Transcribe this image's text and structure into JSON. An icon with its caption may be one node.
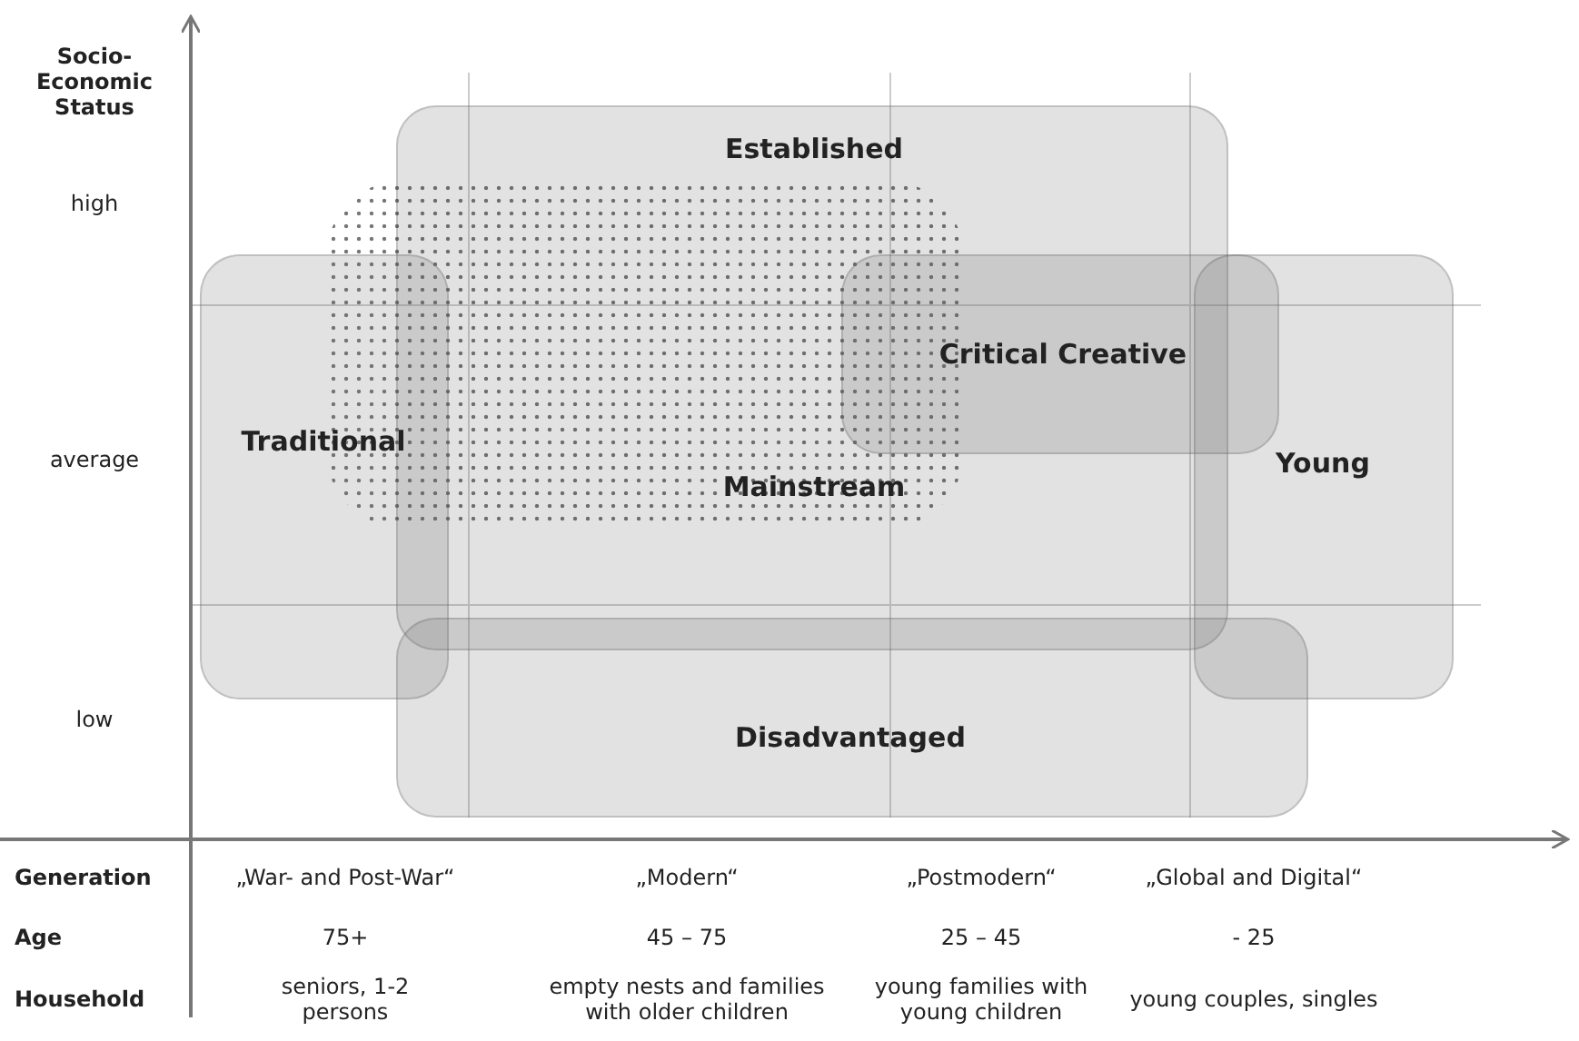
{
  "diagram": {
    "nodes": [
      {
        "text": [
          "Established"
        ]
      },
      {
        "text": [
          "Critical Creative"
        ]
      },
      {
        "text": [
          "Traditional"
        ]
      },
      {
        "text": [
          "Mainstream"
        ]
      },
      {
        "text": [
          "Young"
        ]
      },
      {
        "text": [
          "Disadvantaged"
        ]
      }
    ],
    "edges": [],
    "labels": [
      "Socio- Economic Status",
      "high",
      "average",
      "low",
      "Generation",
      "„War- and Post-War“",
      "„Modern“",
      "„Postmodern“",
      "„Global and Digital“",
      "Age",
      "75+",
      "45 – 75",
      "25 – 45",
      "- 25",
      "Household",
      "seniors, 1-2 persons",
      "empty nests and families with older children",
      "young families with young children",
      "young couples, singles"
    ]
  }
}
